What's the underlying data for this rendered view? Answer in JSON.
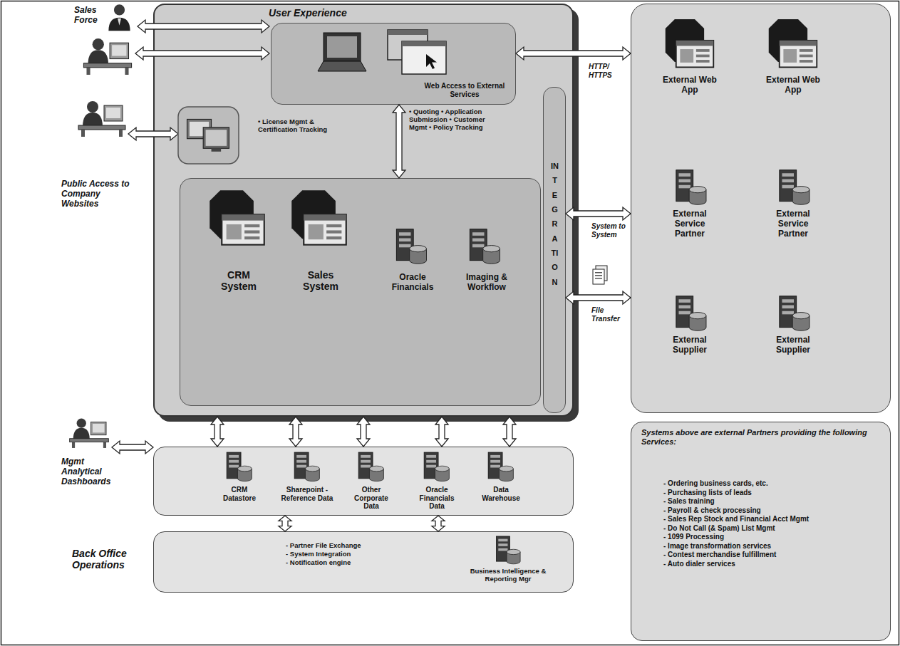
{
  "diagram": {
    "nodes": [
      {
        "text": [
          "User Experience"
        ]
      },
      {
        "text": [
          "Web Access to External Services"
        ],
        "in": 0
      },
      {
        "text": [
          "INTEGRATION"
        ],
        "in": 0
      },
      {
        "text": [
          "CRM System",
          "Sales System",
          "Oracle Financials",
          "Imaging & Workflow"
        ],
        "in": 0
      },
      {
        "text": [
          "CRM Datastore",
          "Sharepoint - Reference Data",
          "Other Corporate Data",
          "Oracle Financials Data",
          "Data Warehouse"
        ]
      },
      {
        "text": [
          "Back Office Operations",
          "- Partner File Exchange",
          "- System Integration",
          "- Notification engine",
          "Business Intelligence & Reporting Mgr"
        ]
      },
      {
        "text": [
          "External Web App",
          "External Web App",
          "External Service Partner",
          "External Service Partner",
          "External Supplier",
          "External Supplier"
        ]
      },
      {
        "text": [
          "Systems above are external Partners providing the following Services:",
          "- Ordering business cards, etc.",
          "- Purchasing lists of leads",
          "- Sales training",
          "- Payroll & check processing",
          "- Sales Rep Stock and Financial Acct Mgmt",
          "- Do Not Call (& Spam) List Mgmt",
          "- 1099 Processing",
          "- Image transformation services",
          "- Contest merchandise fulfillment",
          "- Auto dialer services"
        ]
      }
    ],
    "edges": [
      {
        "from": 1,
        "to": 6,
        "arrow": "both",
        "label": "HTTP/ HTTPS"
      },
      {
        "from": 1,
        "to": 3,
        "arrow": "both",
        "label": "• Quoting • Application Submission • Customer Mgmt • Policy Tracking"
      },
      {
        "from": 2,
        "to": 6,
        "arrow": "both",
        "label": "System to System"
      },
      {
        "from": 2,
        "to": 6,
        "arrow": "both",
        "label": "File Transfer"
      },
      {
        "from": 0,
        "to": 4,
        "arrow": "both"
      },
      {
        "from": 0,
        "to": 4,
        "arrow": "both"
      },
      {
        "from": 0,
        "to": 4,
        "arrow": "both"
      },
      {
        "from": 0,
        "to": 4,
        "arrow": "both"
      },
      {
        "from": 0,
        "to": 4,
        "arrow": "both"
      },
      {
        "from": 4,
        "to": 5,
        "arrow": "both"
      },
      {
        "from": 4,
        "to": 5,
        "arrow": "both"
      }
    ],
    "labels": [
      "Sales Force",
      "Public Access to Company Websites",
      "• License Mgmt & Certification Tracking",
      "Mgmt Analytical Dashboards"
    ]
  }
}
